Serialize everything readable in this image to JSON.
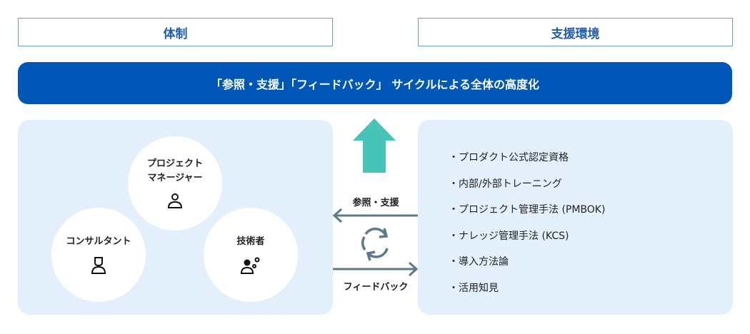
{
  "headers": {
    "left": "体制",
    "right": "支援環境"
  },
  "banner": "「参照・支援」「フィードバック」 サイクルによる全体の高度化",
  "roles": {
    "pm_line1": "プロジェクト",
    "pm_line2": "マネージャー",
    "consultant": "コンサルタント",
    "engineer": "技術者"
  },
  "arrows": {
    "reference": "参照・支援",
    "feedback": "フィードバック"
  },
  "resources": [
    "・プロダクト公式認定資格",
    "・内部/外部トレーニング",
    "・プロジェクト管理手法 (PMBOK)",
    "・ナレッジ管理手法 (KCS)",
    "・導入方法論",
    "・活用知見"
  ],
  "colors": {
    "accent": "#0057b7",
    "teal": "#47c4b8",
    "arrow": "#5e7a8a",
    "panel": "#e3f0fc"
  }
}
